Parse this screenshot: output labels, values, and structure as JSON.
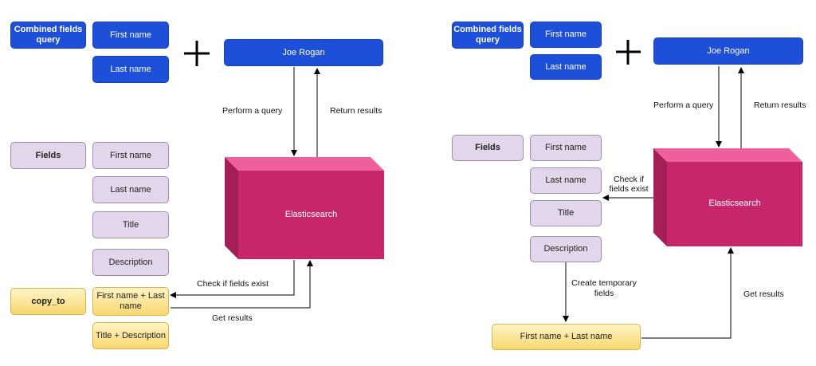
{
  "left": {
    "combined_label": "Combined fields query",
    "first_name": "First name",
    "last_name": "Last name",
    "joe": "Joe Rogan",
    "perform": "Perform a query",
    "return": "Return results",
    "fields_label": "Fields",
    "f_first": "First name",
    "f_last": "Last name",
    "f_title": "Title",
    "f_desc": "Description",
    "es": "Elasticsearch",
    "check": "Check if fields exist",
    "copy_to": "copy_to",
    "fl_combined": "First name + Last name",
    "td_combined": "Title + Description",
    "get": "Get results"
  },
  "right": {
    "combined_label": "Combined fields query",
    "first_name": "First name",
    "last_name": "Last name",
    "joe": "Joe Rogan",
    "perform": "Perform a query",
    "return": "Return results",
    "fields_label": "Fields",
    "f_first": "First name",
    "f_last": "Last name",
    "f_title": "Title",
    "f_desc": "Description",
    "es": "Elasticsearch",
    "check": "Check if fields exist",
    "temp": "Create temporary fields",
    "fl_combined": "First name + Last name",
    "get": "Get results"
  },
  "colors": {
    "blue": "#1e4fd8",
    "purple": "#e2d7ea",
    "yellow": "#f7d76f",
    "elastic": "#c7266a"
  }
}
